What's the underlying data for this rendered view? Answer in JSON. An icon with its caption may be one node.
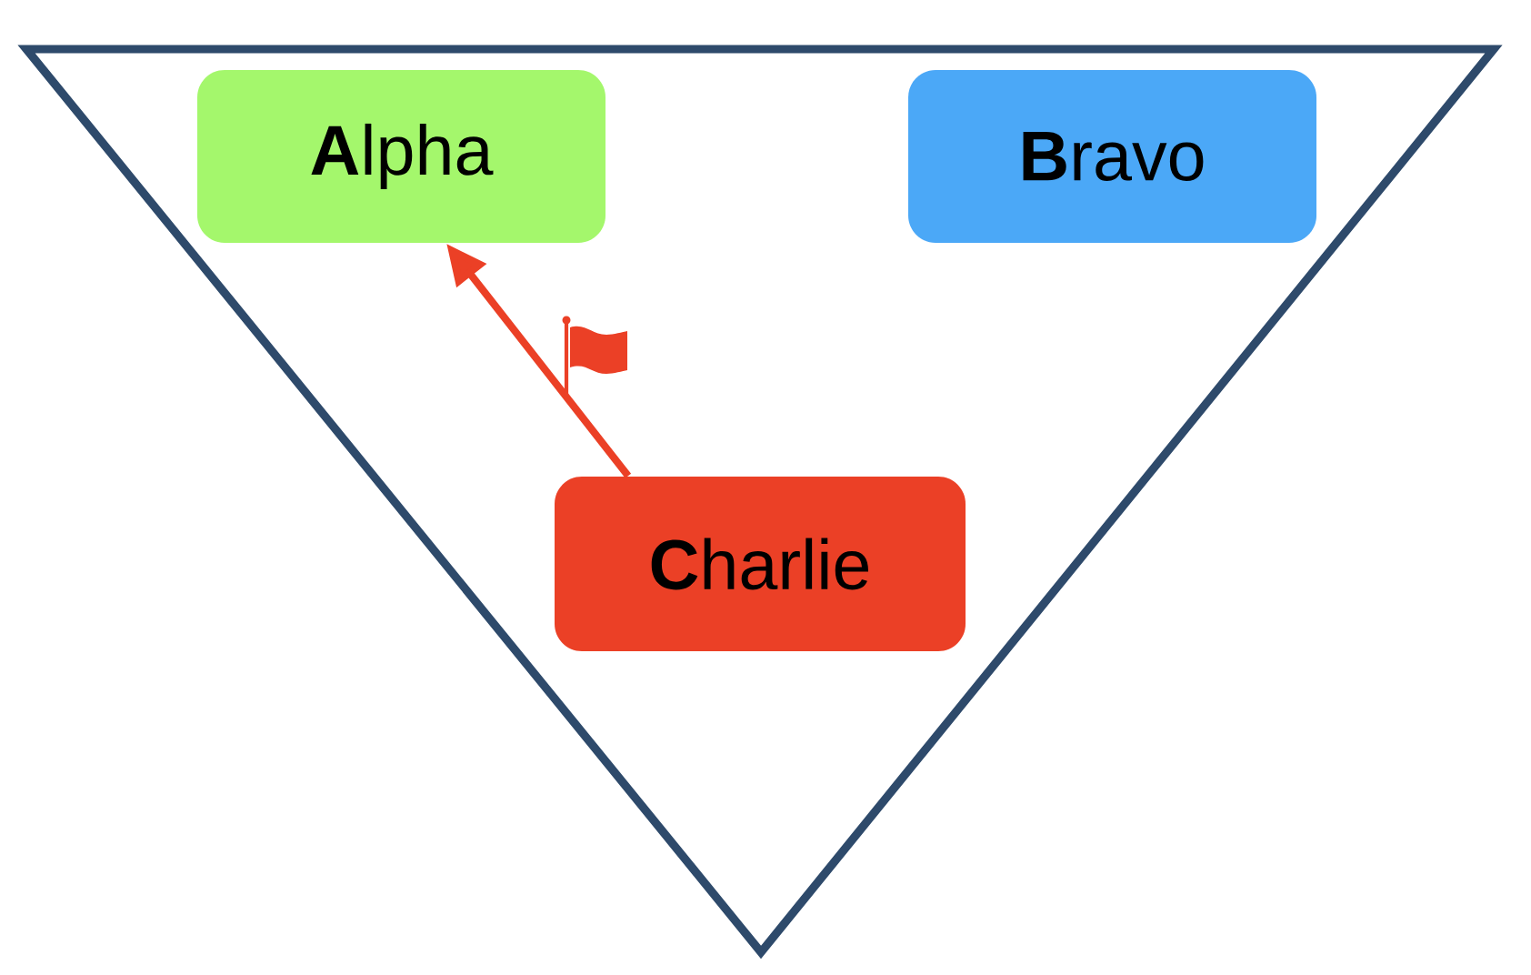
{
  "diagram": {
    "nodes": [
      {
        "text": [],
        "shape": "triangle"
      },
      {
        "text": [
          "**A**lpha"
        ],
        "in": 0
      },
      {
        "text": [
          "**B**ravo"
        ],
        "in": 0
      },
      {
        "text": [
          "**C**harlie"
        ],
        "in": 0
      }
    ],
    "edges": [
      {
        "from": 3,
        "to": 1,
        "arrow": "to",
        "color": "#eb4026"
      }
    ]
  }
}
